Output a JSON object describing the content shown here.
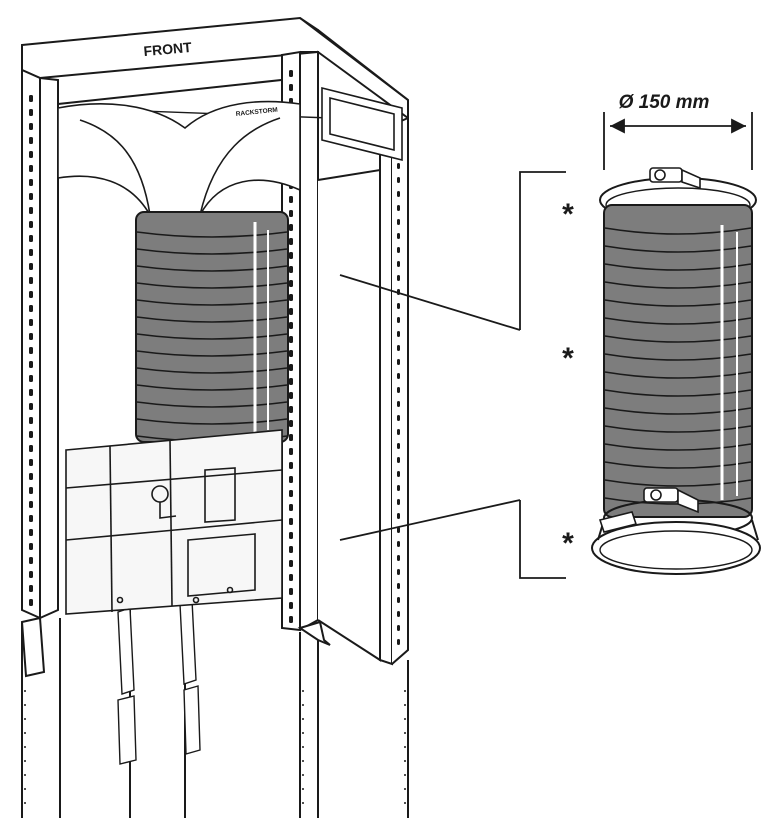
{
  "figure": {
    "frame_label": "FRONT",
    "unit_brand_text": "RACKSTORM",
    "dimension_label": "Ø 150 mm",
    "callout_marks": [
      "*",
      "*",
      "*"
    ]
  },
  "colors": {
    "line": "#1a1a1a",
    "duct_fill": "#7d7d7d",
    "duct_rib": "#5c5c5c",
    "background": "#ffffff",
    "panel_fill": "#f7f7f7"
  }
}
